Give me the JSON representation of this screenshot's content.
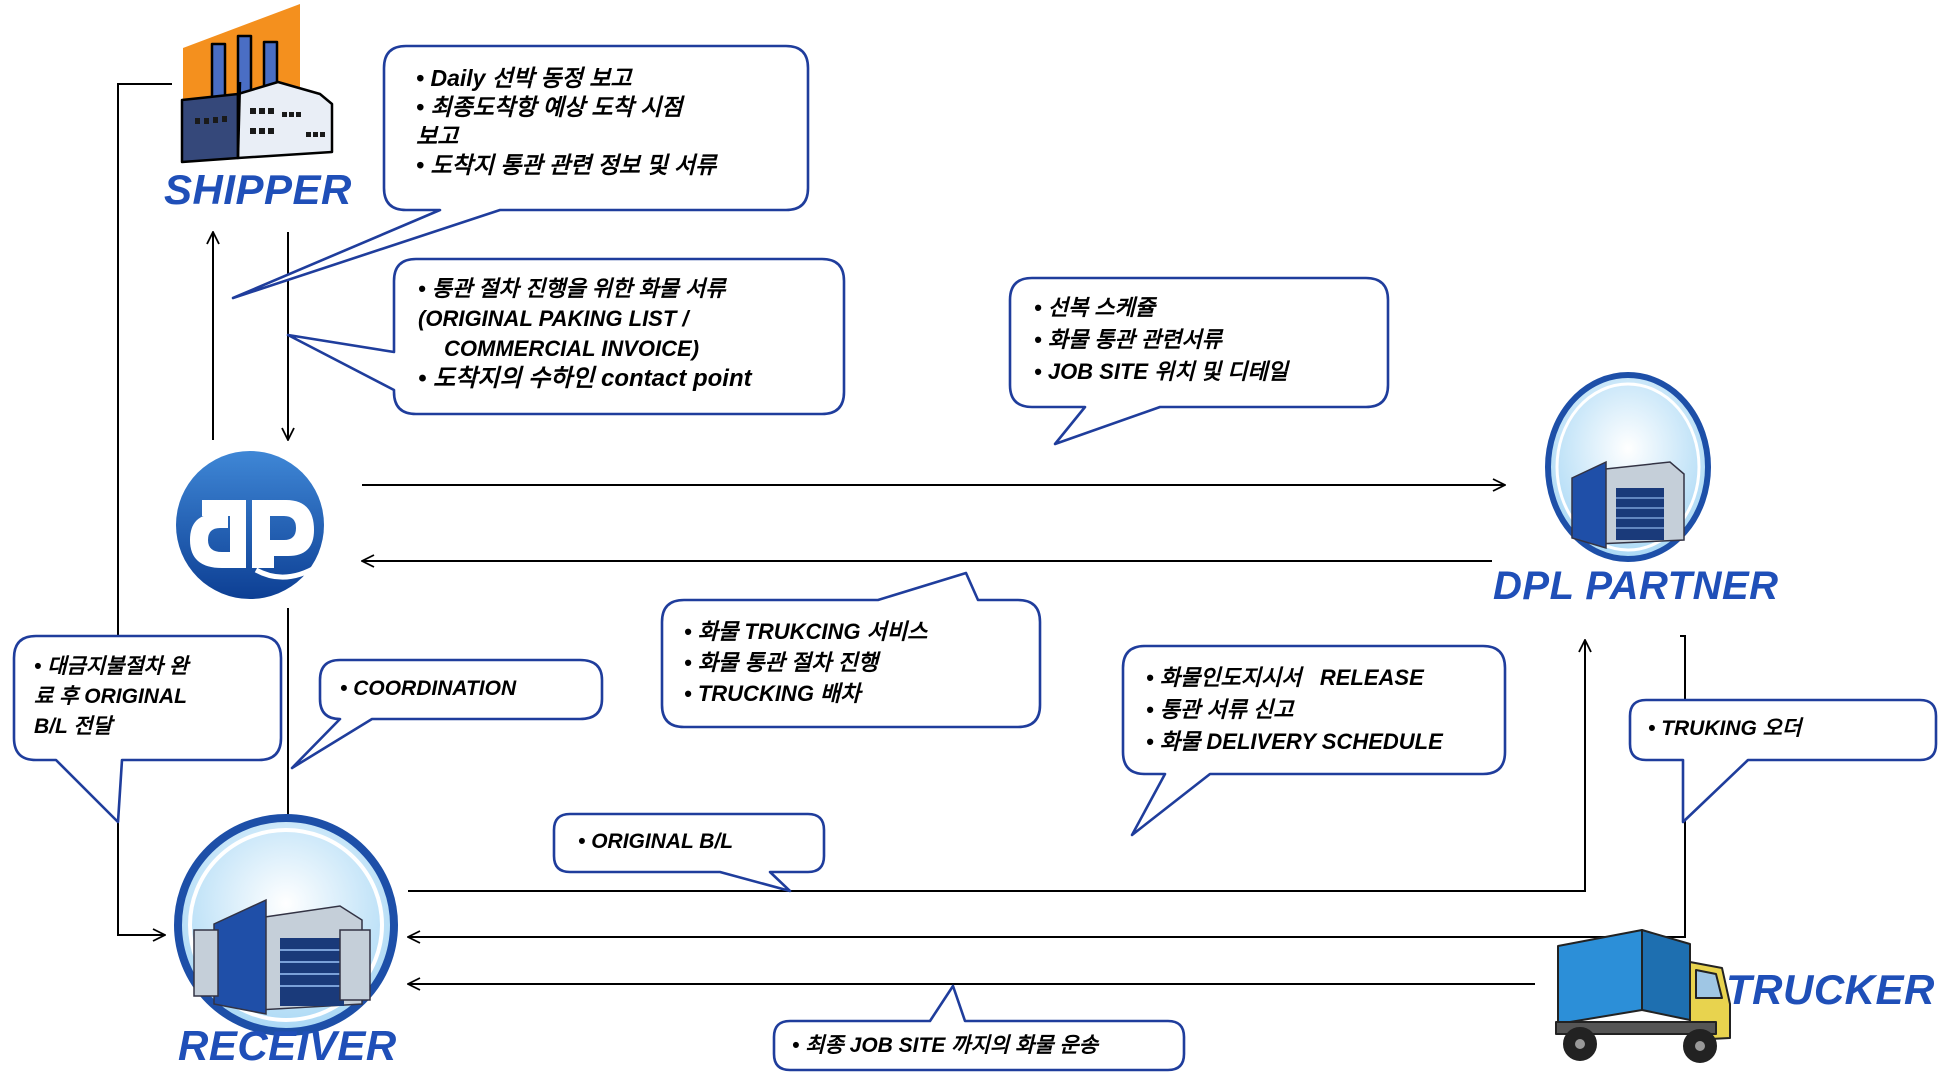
{
  "nodes": {
    "shipper": "SHIPPER",
    "dpl_partner": "DPL PARTNER",
    "receiver": "RECEIVER",
    "trucker": "TRUCKER"
  },
  "callouts": {
    "shipper_report": [
      "Daily 선박 동정 보고",
      "최종도착항 예상 도착 시점",
      "보고",
      "도착지 통관 관련 정보 및 서류"
    ],
    "customs_docs": [
      "통관 절차 진행을 위한 화물 서류",
      "(ORIGINAL PAKING LIST /",
      "COMMERCIAL INVOICE)",
      "도착지의 수하인 contact point"
    ],
    "partner_info": [
      "선복 스케쥴",
      "화물 통관 관련서류",
      "JOB SITE 위치 및 디테일"
    ],
    "trucking_service": [
      "화물 TRUKCING 서비스",
      "화물 통관 절차 진행",
      "TRUCKING 배차"
    ],
    "payment": [
      "대금지불절차 완",
      "료 후 ORIGINAL",
      "B/L 전달"
    ],
    "coordination": [
      "COORDINATION"
    ],
    "release": [
      "화물인도지시서   RELEASE",
      "통관 서류 신고",
      "화물 DELIVERY SCHEDULE"
    ],
    "truking_order": [
      "TRUKING 오더"
    ],
    "original_bl": [
      "ORIGINAL B/L"
    ],
    "final_transport": [
      "최종 JOB SITE 까지의 화물 운송"
    ]
  },
  "colors": {
    "label_blue": "#1f4fb8",
    "callout_border": "#1f3d9c",
    "arrow": "#000000"
  }
}
